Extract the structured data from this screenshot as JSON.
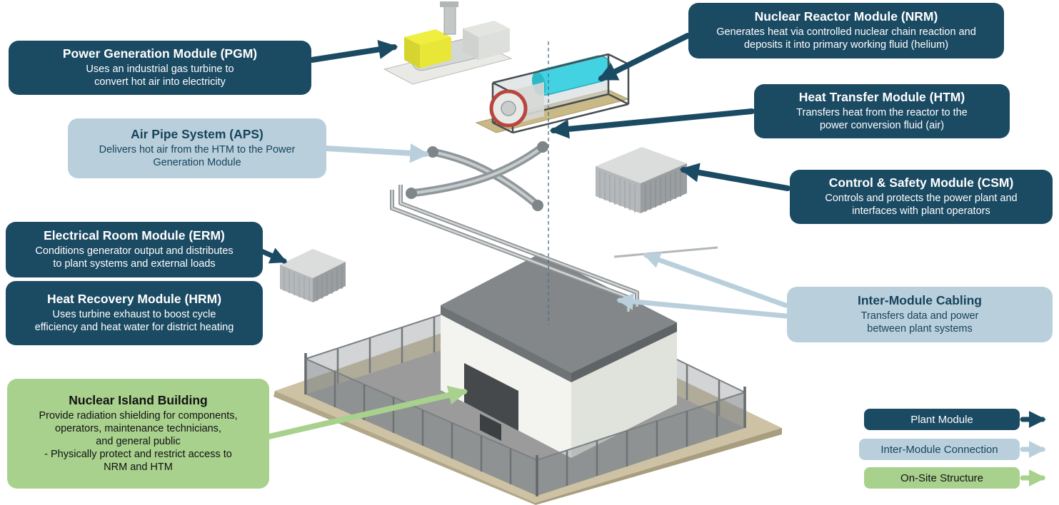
{
  "callouts": {
    "pgm": {
      "title": "Power Generation Module (PGM)",
      "body": "Uses an industrial gas turbine to\nconvert hot air into electricity",
      "category": "Plant Module"
    },
    "nrm": {
      "title": "Nuclear Reactor Module (NRM)",
      "body": "Generates heat via controlled nuclear chain reaction and\ndeposits it into primary working fluid (helium)",
      "category": "Plant Module"
    },
    "htm": {
      "title": "Heat Transfer Module (HTM)",
      "body": "Transfers heat from the reactor to the\npower conversion fluid (air)",
      "category": "Plant Module"
    },
    "aps": {
      "title": "Air Pipe System (APS)",
      "body": "Delivers hot air from the HTM to the Power\nGeneration Module",
      "category": "Inter-Module Connection"
    },
    "csm": {
      "title": "Control & Safety Module (CSM)",
      "body": "Controls and protects the power plant and\ninterfaces with plant operators",
      "category": "Plant Module"
    },
    "erm": {
      "title": "Electrical Room Module (ERM)",
      "body": "Conditions generator output and distributes\nto plant systems and external loads",
      "category": "Plant Module"
    },
    "hrm": {
      "title": "Heat Recovery Module (HRM)",
      "body": "Uses turbine exhaust to boost cycle\nefficiency and heat water for district heating",
      "category": "Plant Module"
    },
    "cabling": {
      "title": "Inter-Module Cabling",
      "body": "Transfers data and power\nbetween plant systems",
      "category": "Inter-Module Connection"
    },
    "nib": {
      "title": "Nuclear Island Building",
      "body": "Provide radiation shielding for components,\noperators, maintenance technicians,\nand general public\n-  Physically protect and restrict access to\nNRM and HTM",
      "category": "On-Site Structure"
    }
  },
  "legend": {
    "items": [
      {
        "label": "Plant Module"
      },
      {
        "label": "Inter-Module Connection"
      },
      {
        "label": "On-Site Structure"
      }
    ]
  },
  "colors": {
    "plant_module": "#1b4a63",
    "inter_module_connection": "#b9d0dc",
    "on_site_structure": "#a9d18e"
  }
}
